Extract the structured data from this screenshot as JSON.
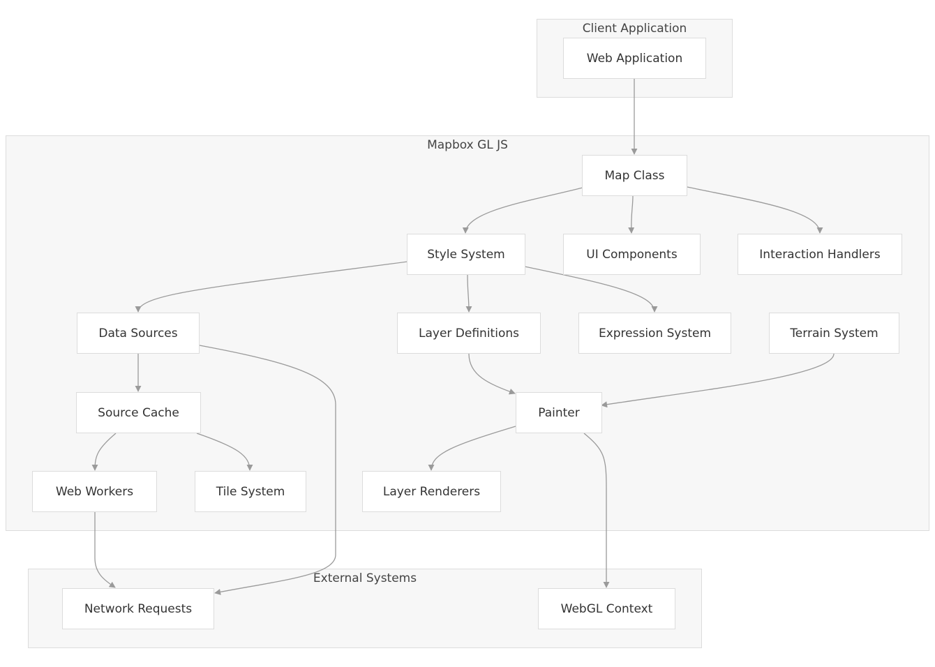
{
  "clusters": {
    "client": "Client Application",
    "mapbox": "Mapbox GL JS",
    "external": "External Systems"
  },
  "nodes": {
    "web_application": "Web Application",
    "map_class": "Map Class",
    "style_system": "Style System",
    "ui_components": "UI Components",
    "interaction_handlers": "Interaction Handlers",
    "data_sources": "Data Sources",
    "layer_definitions": "Layer Definitions",
    "expression_system": "Expression System",
    "terrain_system": "Terrain System",
    "source_cache": "Source Cache",
    "painter": "Painter",
    "web_workers": "Web Workers",
    "tile_system": "Tile System",
    "layer_renderers": "Layer Renderers",
    "network_requests": "Network Requests",
    "webgl_context": "WebGL Context"
  },
  "edges": [
    {
      "from": "web_application",
      "to": "map_class"
    },
    {
      "from": "map_class",
      "to": "style_system"
    },
    {
      "from": "map_class",
      "to": "ui_components"
    },
    {
      "from": "map_class",
      "to": "interaction_handlers"
    },
    {
      "from": "style_system",
      "to": "data_sources"
    },
    {
      "from": "style_system",
      "to": "layer_definitions"
    },
    {
      "from": "style_system",
      "to": "expression_system"
    },
    {
      "from": "data_sources",
      "to": "source_cache"
    },
    {
      "from": "data_sources",
      "to": "network_requests"
    },
    {
      "from": "layer_definitions",
      "to": "painter"
    },
    {
      "from": "terrain_system",
      "to": "painter"
    },
    {
      "from": "source_cache",
      "to": "web_workers"
    },
    {
      "from": "source_cache",
      "to": "tile_system"
    },
    {
      "from": "painter",
      "to": "layer_renderers"
    },
    {
      "from": "painter",
      "to": "webgl_context"
    },
    {
      "from": "web_workers",
      "to": "network_requests"
    }
  ],
  "colors": {
    "cluster_fill": "#f7f7f7",
    "border": "#dcdcdc",
    "edge": "#9a9a9a",
    "text": "#333333"
  }
}
